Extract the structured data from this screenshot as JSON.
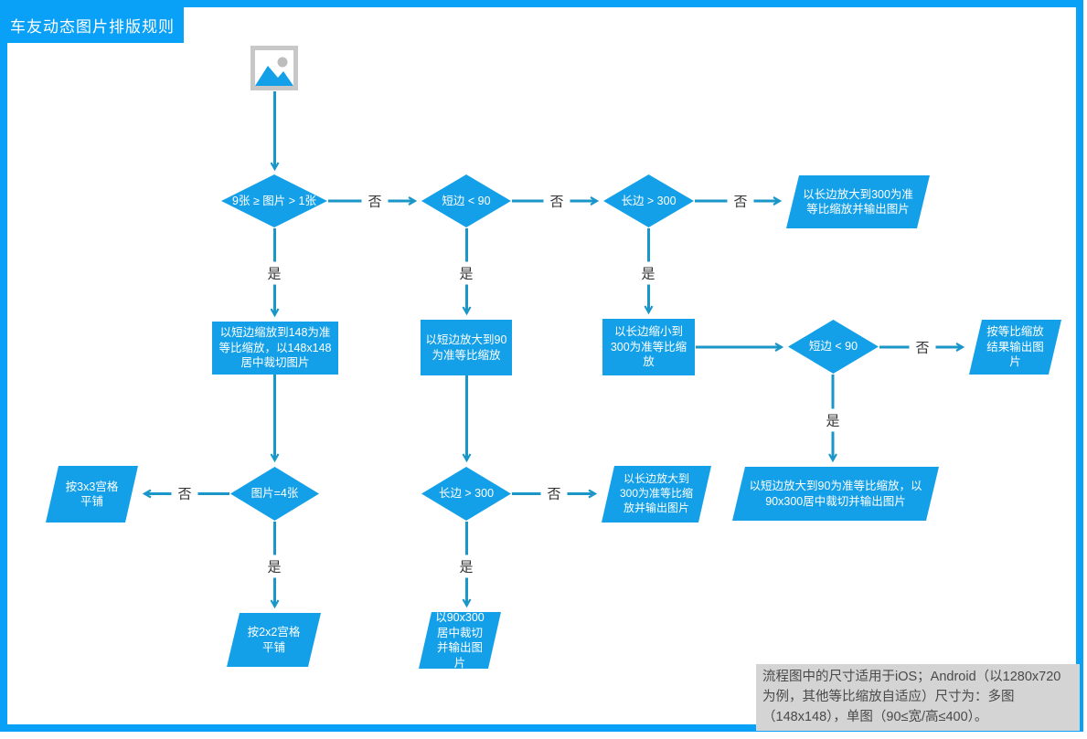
{
  "title": "车友动态图片排版规则",
  "colors": {
    "frame_blue": "#09a0f7",
    "shape_blue": "#14a0e8",
    "connector_blue": "#1a96c8",
    "note_background": "#d4d4d4",
    "note_text": "#4a4a4a"
  },
  "start": {
    "icon": "image-icon"
  },
  "nodes": {
    "d1": {
      "label": "9张 ≥ 图片 > 1张"
    },
    "d2": {
      "label": "短边 < 90"
    },
    "d3": {
      "label": "长边 > 300"
    },
    "d4": {
      "label": "短边 < 90"
    },
    "d5": {
      "label": "图片=4张"
    },
    "d6": {
      "label": "长边 > 300"
    },
    "r1": {
      "label": "以短边缩放到148为准等比缩放，以148x148居中裁切图片"
    },
    "r2": {
      "label": "以短边放大到90为准等比缩放"
    },
    "r3": {
      "label": "以长边缩小到300为准等比缩放"
    },
    "p1": {
      "label": "以长边放大到300为准等比缩放并输出图片"
    },
    "p2": {
      "label": "按等比缩放结果输出图片"
    },
    "p3": {
      "label": "按3x3宫格平铺"
    },
    "p4": {
      "label": "以长边放大到300为准等比缩放并输出图片"
    },
    "p5": {
      "label": "以短边放大到90为准等比缩放，以90x300居中裁切并输出图片"
    },
    "p6": {
      "label": "按2x2宫格平铺"
    },
    "p7": {
      "label": "以90x300居中裁切并输出图片"
    }
  },
  "edge_labels": {
    "yes": "是",
    "no": "否"
  },
  "note": {
    "text": "流程图中的尺寸适用于iOS；Android（以1280x720为例，其他等比缩放自适应）尺寸为：多图（148x148），单图（90≤宽/高≤400）。"
  }
}
